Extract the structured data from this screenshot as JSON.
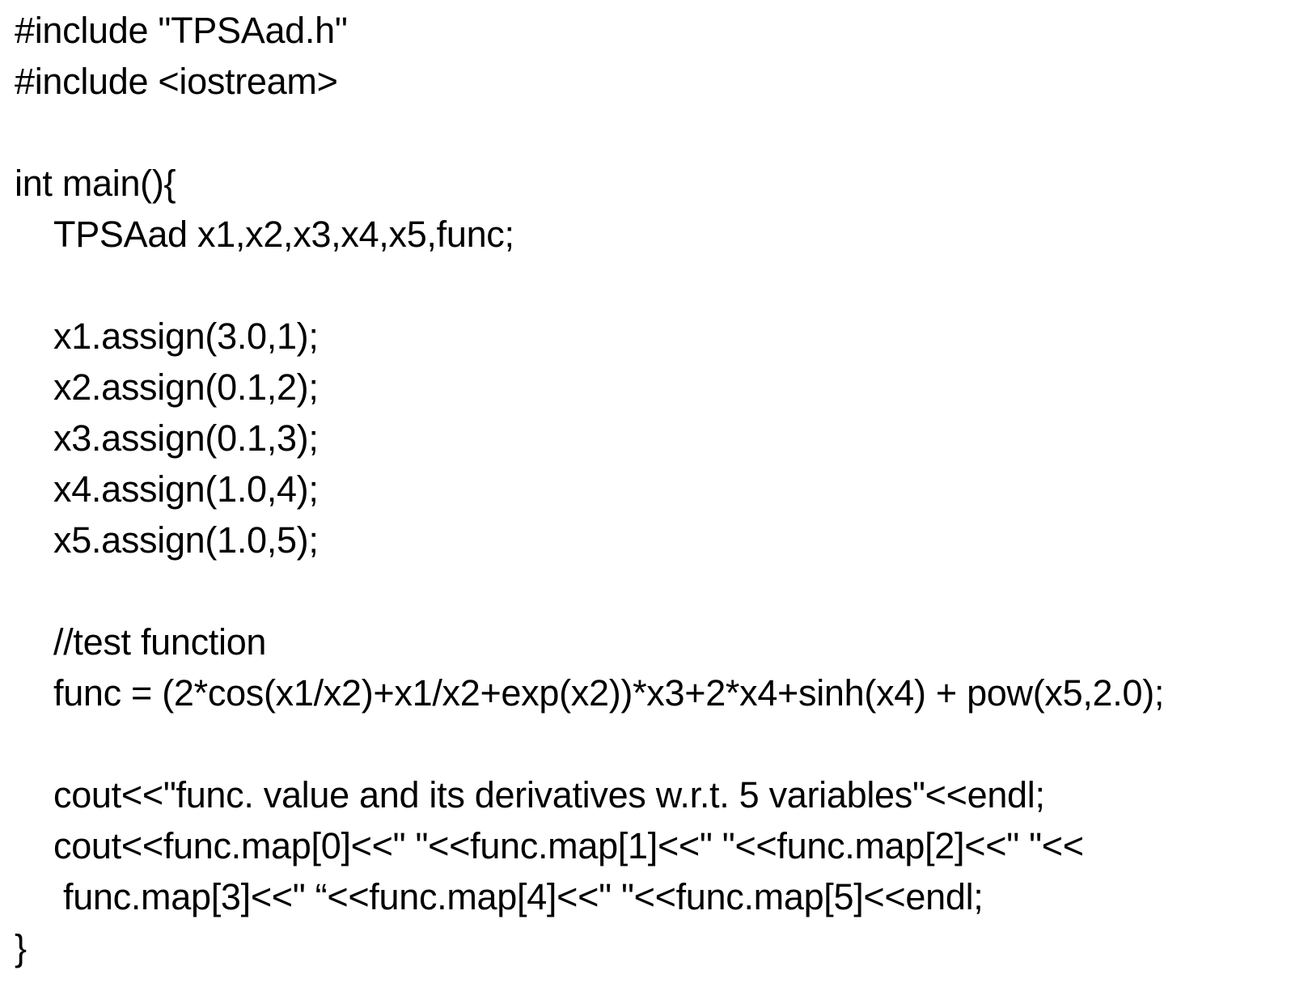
{
  "code": {
    "lines": [
      "#include \"TPSAad.h\"",
      "#include <iostream>",
      "",
      "int main(){",
      "TPSAad x1,x2,x3,x4,x5,func;",
      "",
      "x1.assign(3.0,1);",
      "x2.assign(0.1,2);",
      "x3.assign(0.1,3);",
      "x4.assign(1.0,4);",
      "x5.assign(1.0,5);",
      "",
      "//test function",
      "func = (2*cos(x1/x2)+x1/x2+exp(x2))*x3+2*x4+sinh(x4) + pow(x5,2.0);",
      "",
      "cout<<\"func. value and its derivatives w.r.t. 5 variables\"<<endl;",
      "cout<<func.map[0]<<\" \"<<func.map[1]<<\" \"<<func.map[2]<<\" \"<<",
      "func.map[3]<<\" “<<func.map[4]<<\" \"<<func.map[5]<<endl;",
      "}"
    ]
  }
}
